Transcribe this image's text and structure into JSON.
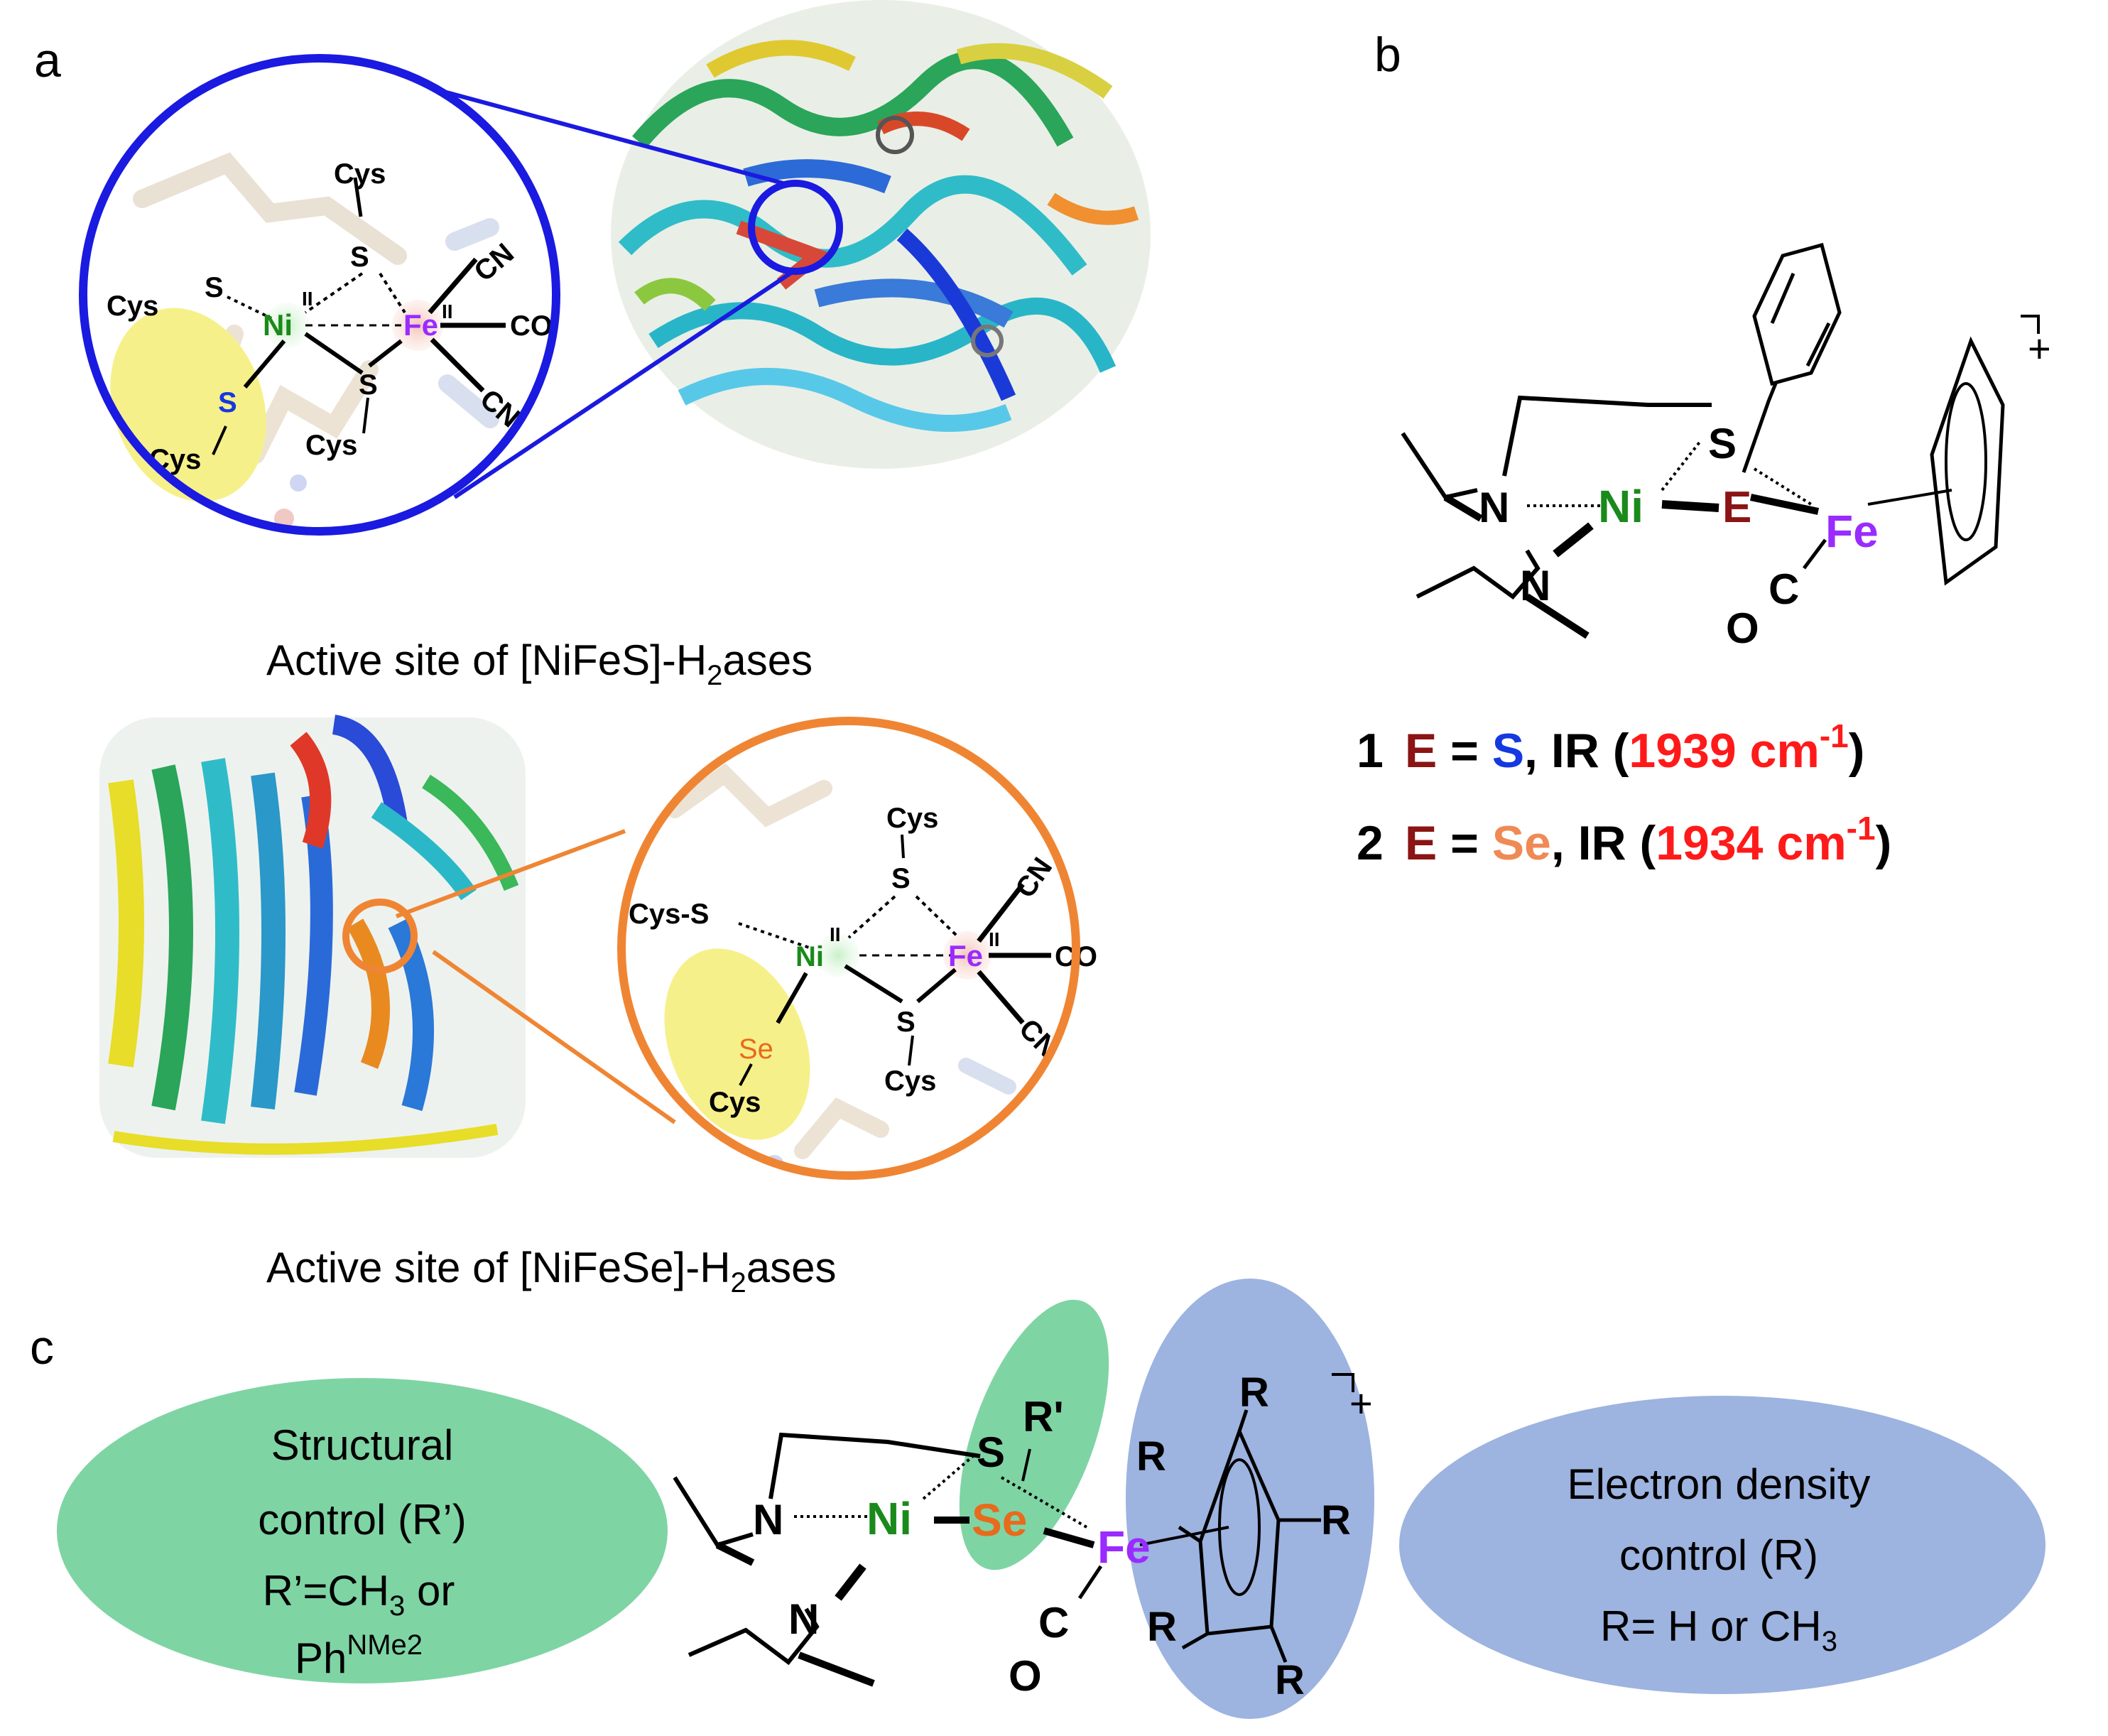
{
  "panels": {
    "a": "a",
    "b": "b",
    "c": "c"
  },
  "captions": {
    "nifes_pre": "Active site of [NiFeS]-H",
    "nifes_sub": "2",
    "nifes_post": "ases",
    "nifese_pre": "Active site of [NiFeSe]-H",
    "nifese_sub": "2",
    "nifese_post": "ases"
  },
  "top_site": {
    "cys": "Cys",
    "s": "S",
    "ni": "Ni",
    "fe": "Fe",
    "ox": "II",
    "cn": "CN",
    "co": "CO"
  },
  "bottom_site": {
    "cys": "Cys",
    "cys_s": "Cys-S",
    "s": "S",
    "se": "Se",
    "ni": "Ni",
    "fe": "Fe",
    "ox": "II",
    "cn": "CN",
    "co": "CO"
  },
  "complex_b": {
    "n": "N",
    "ni": "Ni",
    "s": "S",
    "e": "E",
    "fe": "Fe",
    "c": "C",
    "o": "O",
    "charge": "+"
  },
  "compounds": [
    {
      "num": "1",
      "e": "E",
      "eq": " = ",
      "elem": "S",
      "ir_pre": ", IR (",
      "ir_val": "1939 cm",
      "ir_exp": "-1",
      "ir_post": ")"
    },
    {
      "num": "2",
      "e": "E",
      "eq": " = ",
      "elem": "Se",
      "ir_pre": ", IR (",
      "ir_val": "1934 cm",
      "ir_exp": "-1",
      "ir_post": ")"
    }
  ],
  "complex_c": {
    "n": "N",
    "ni": "Ni",
    "s": "S",
    "rp": "R'",
    "se": "Se",
    "fe": "Fe",
    "c": "C",
    "o": "O",
    "r": "R",
    "charge": "+"
  },
  "structural": {
    "l1": "Structural",
    "l2": "control (R’)",
    "l3_pre": "R’=CH",
    "l3_sub": "3",
    "l3_post": " or",
    "l4_pre": "Ph",
    "l4_sup": "NMe2"
  },
  "electron": {
    "l1": "Electron density",
    "l2": "control (R)",
    "l3_pre": "R= H or CH",
    "l3_sub": "3"
  },
  "colors": {
    "ni": "#1a8a1a",
    "fe": "#9a2bff",
    "s_blue": "#1538e0",
    "se_orange": "#e86a1c",
    "e_dark": "#8b1414",
    "ir_red": "#ff1a1a",
    "ring_blue": "#1a1ae0",
    "ring_orange": "#ef8533",
    "green_oval": "#7fd4a4",
    "blue_oval": "#9db3e0",
    "yellow": "#f6f08a"
  }
}
